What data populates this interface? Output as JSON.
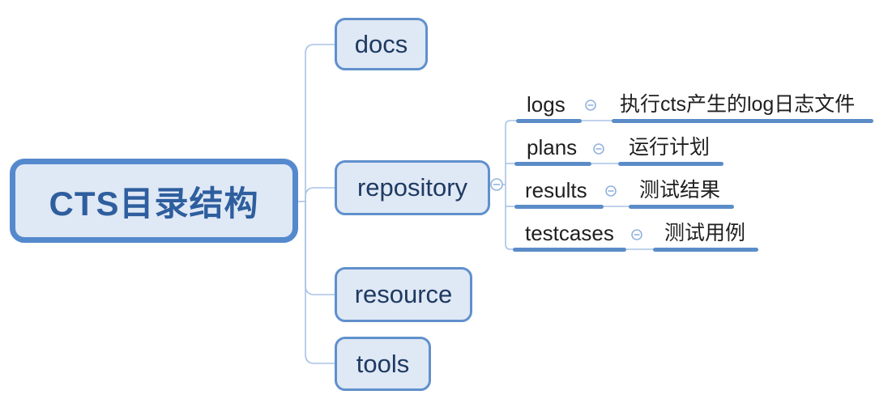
{
  "diagram": {
    "type": "mindmap",
    "root": {
      "label": "CTS目录结构"
    },
    "nodes": {
      "docs": {
        "label": "docs"
      },
      "repository": {
        "label": "repository"
      },
      "resource": {
        "label": "resource"
      },
      "tools": {
        "label": "tools"
      }
    },
    "repository_children": [
      {
        "label": "logs",
        "desc": "执行cts产生的log日志文件"
      },
      {
        "label": "plans",
        "desc": "运行计划"
      },
      {
        "label": "results",
        "desc": "测试结果"
      },
      {
        "label": "testcases",
        "desc": "测试用例"
      }
    ],
    "icons": {
      "collapse": "minus-circle"
    },
    "colors": {
      "node_border": "#6090cc",
      "root_border": "#5589cd",
      "node_fill": "#dfe8f5",
      "root_text": "#2e5e9e",
      "node_text": "#1e3a61",
      "leaf_text": "#1f1f1f",
      "underline_bar": "#5b8cc8",
      "branch_line": "#a9c3e5",
      "collapse_icon": "#93b2dd",
      "background": "#ffffff"
    }
  }
}
